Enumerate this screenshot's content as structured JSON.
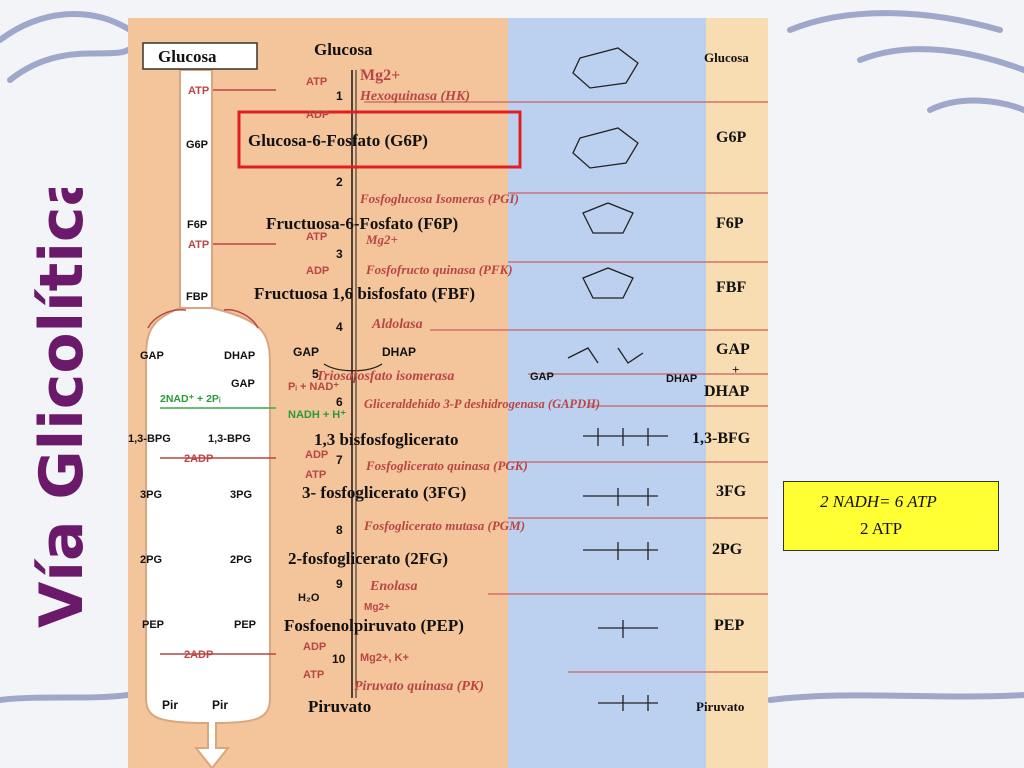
{
  "title": "Vía Glicolítica",
  "note": {
    "line1": "2 NADH= 6 ATP",
    "line2": "2 ATP"
  },
  "colors": {
    "title": "#6b1a6b",
    "left_panel": "#f4c49b",
    "center_panel": "#bcd1ef",
    "right_panel": "#f8dcb2",
    "enzyme": "#b94545",
    "highlight": "#e02020",
    "note_bg": "#ffff33",
    "green_arrow": "#3aa84a"
  },
  "left_column": {
    "header": "Glucosa",
    "labels": [
      "ATP",
      "G6P",
      "F6P",
      "ATP",
      "FBP",
      "GAP",
      "DHAP",
      "GAP",
      "2NAD⁺ + 2Pᵢ",
      "1,3-BPG",
      "1,3-BPG",
      "2ADP",
      "3PG",
      "3PG",
      "2PG",
      "2PG",
      "PEP",
      "PEP",
      "2ADP",
      "Pir",
      "Pir"
    ]
  },
  "steps": [
    {
      "n": "1",
      "substrate": "Glucosa",
      "enzyme": "Hexoquinasa (HK)",
      "cofactor": "Mg2+",
      "side": [
        "ATP",
        "ADP"
      ]
    },
    {
      "n": "2",
      "substrate": "Glucosa-6-Fosfato (G6P)",
      "enzyme": "Fosfoglucosa Isomeras (PGI)"
    },
    {
      "n": "3",
      "substrate": "Fructuosa-6-Fosfato (F6P)",
      "enzyme": "Fosfofructo quinasa (PFK)",
      "cofactor": "Mg2+",
      "side": [
        "ATP",
        "ADP"
      ]
    },
    {
      "n": "4",
      "substrate": "Fructuosa 1,6 bisfosfato (FBF)",
      "enzyme": "Aldolasa"
    },
    {
      "n": "5",
      "substrate": "GAP + DHAP",
      "enzyme": "Triosafosfato isomerasa"
    },
    {
      "n": "6",
      "substrate": "1,3 bisfosfoglicerato",
      "enzyme": "Gliceraldehído 3-P deshidrogenasa (GAPDH)",
      "side": [
        "Pᵢ + NAD⁺",
        "NADH + H⁺"
      ]
    },
    {
      "n": "7",
      "substrate": "3- fosfoglicerato (3FG)",
      "enzyme": "Fosfoglicerato quinasa (PGK)",
      "side": [
        "ADP",
        "ATP"
      ]
    },
    {
      "n": "8",
      "substrate": "2-fosfoglicerato (2FG)",
      "enzyme": "Fosfoglicerato mutasa (PGM)"
    },
    {
      "n": "9",
      "substrate": "Fosfoenolpiruvato (PEP)",
      "enzyme": "Enolasa",
      "cofactor": "Mg2+",
      "side": [
        "H₂O"
      ]
    },
    {
      "n": "10",
      "substrate": "Piruvato",
      "enzyme": "Piruvato quinasa (PK)",
      "cofactor": "Mg2+, K+",
      "side": [
        "ADP",
        "ATP"
      ]
    }
  ],
  "right_column": [
    "Glucosa",
    "G6P",
    "F6P",
    "FBF",
    "GAP",
    "+",
    "DHAP",
    "1,3-BFG",
    "3FG",
    "2PG",
    "PEP",
    "Piruvato"
  ],
  "structures": {
    "gap_label": "GAP",
    "dhap_label": "DHAP"
  }
}
